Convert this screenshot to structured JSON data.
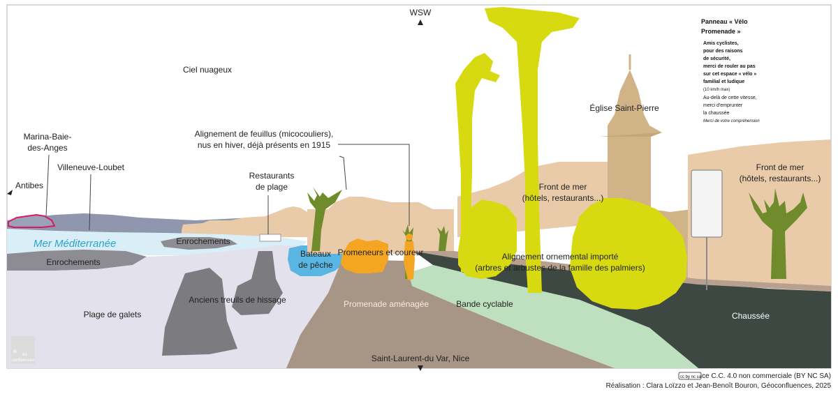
{
  "labels": {
    "top_direction": "WSW",
    "bottom_direction": "Saint-Laurent-du Var, Nice",
    "sky": "Ciel nuageux",
    "marina_1": "Marina-Baie-",
    "marina_2": "des-Anges",
    "villeneuve": "Villeneuve-Loubet",
    "antibes": "Antibes",
    "trees_1": "Alignement de feuillus (micocouliers),",
    "trees_2": "nus en hiver, déjà présents en 1915",
    "restaurants_1": "Restaurants",
    "restaurants_2": "de plage",
    "sea": "Mer Méditerranée",
    "rocks_1": "Enrochements",
    "rocks_2": "Enrochements",
    "boats_1": "Bateaux",
    "boats_2": "de pêche",
    "walkers": "Promeneurs et coureur",
    "pebbles": "Plage de galets",
    "winches": "Anciens treuils de hissage",
    "promenade": "Promenade aménagée",
    "bike": "Bande cyclable",
    "road": "Chaussée",
    "front_mid_1": "Front de mer",
    "front_mid_2": "(hôtels, restaurants...)",
    "front_right_1": "Front de mer",
    "front_right_2": "(hôtels, restaurants...)",
    "church": "Église Saint-Pierre",
    "palms_1": "Alignement ornemental importé",
    "palms_2": "(arbres et arbustes de la famille des palmiers)"
  },
  "sign": {
    "title_1": "Panneau « Vélo",
    "title_2": "Promenade »",
    "lines": [
      "Amis cyclistes,",
      "pour des raisons",
      "de sécurité,",
      "merci de rouler au pas",
      "sur cet espace « vélo »",
      "familial et ludique"
    ],
    "speed": "(10 km/h max)",
    "lines2": [
      "Au-delà de cette vitesse,",
      "merci d'emprunter",
      "la chaussée"
    ],
    "thanks": "Merci de votre compréhension"
  },
  "logo": {
    "letter": "G",
    "sub1": "éo",
    "sub2": "confluences"
  },
  "credits": {
    "licence": "Licence C.C. 4.0 non commerciale (BY NC SA)",
    "author": "Réalisation : Clara Loïzzo et Jean-Benoît Bouron, Géoconfluences, 2025",
    "cc_badge": "cc by nc sa"
  },
  "colors": {
    "sky": "#ffffff",
    "sea": "#d9eef7",
    "hills": "#8f96ad",
    "beach": "#e3e2ec",
    "promenade": "#a79586",
    "bike_lane": "#bfe0bf",
    "road": "#3d4843",
    "buildings": "#e9cba9",
    "church": "#d0b487",
    "palms": "#d7da10",
    "deciduous": "#6f8b2b",
    "walkers": "#f4a522",
    "boats": "#59b6e2",
    "marina": "#d81b60",
    "winches": "#7c7c80"
  }
}
